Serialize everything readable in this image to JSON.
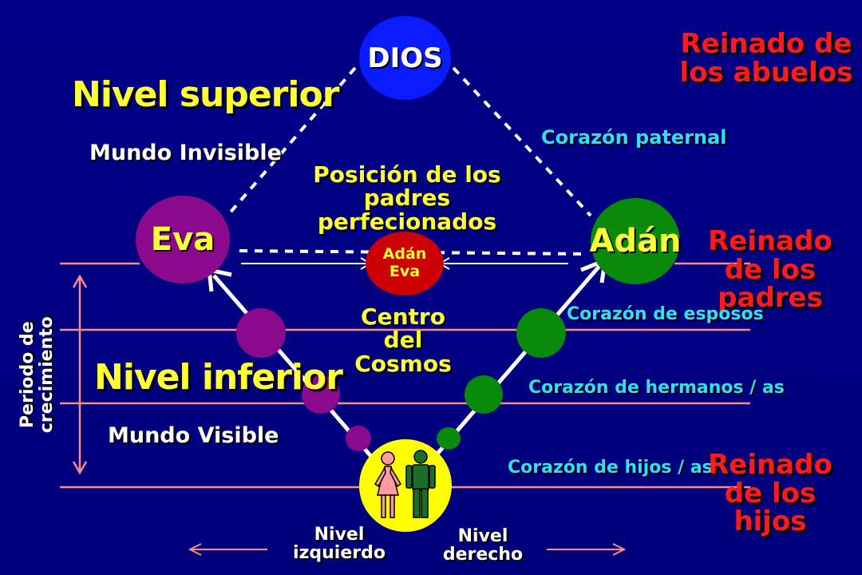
{
  "labels": {
    "dios": "DIOS",
    "nivel_superior": "Nivel superior",
    "mundo_invisible": "Mundo Invisible",
    "reinado_abuelos": "Reinado de los abuelos",
    "corazon_paternal": "Corazón paternal",
    "posicion": "Posición de los padres perfecionados",
    "eva": "Eva",
    "adan": "Adán",
    "center_adan": "Adán",
    "center_eva": "Eva",
    "reinado_padres": "Reinado de los padres",
    "periodo": "Periodo de crecimiento",
    "centro": "Centro del Cosmos",
    "corazon_esposos": "Corazón de esposos",
    "nivel_inferior": "Nivel inferior",
    "corazon_hermanos": "Corazón de hermanos / as",
    "mundo_visible": "Mundo Visible",
    "corazon_hijos": "Corazón de hijos / as",
    "reinado_hijos": "Reinado de los hijos",
    "nivel_izquierdo": "Nivel izquierdo",
    "nivel_derecho": "Nivel derecho"
  },
  "colors": {
    "background": "#00007c",
    "dios": "#0a1cff",
    "eva": "#8b0a8b",
    "adan": "#0a8a0a",
    "center": "#cc0000",
    "children": "#ffff00",
    "level_lines": "#ff8a8a",
    "female_figure": "#ff9aa0",
    "male_figure": "#1a6e2a"
  },
  "icons": [
    "female-figure-icon",
    "male-figure-icon"
  ]
}
